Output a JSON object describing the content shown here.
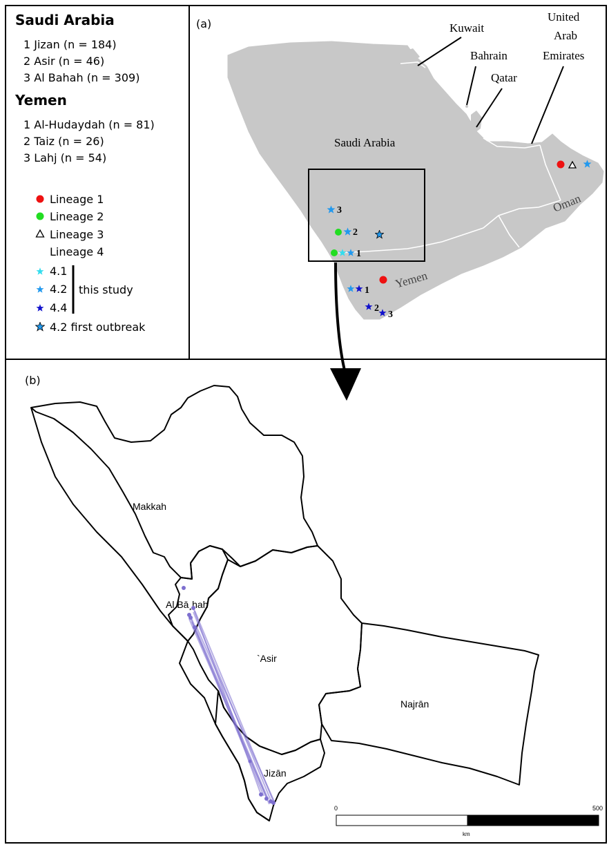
{
  "legend": {
    "saudi_title": "Saudi Arabia",
    "saudi_sites": [
      "1 Jizan (n = 184)",
      "2 Asir (n = 46)",
      "3 Al Bahah (n = 309)"
    ],
    "yemen_title": "Yemen",
    "yemen_sites": [
      "1 Al-Hudaydah (n = 81)",
      "2 Taiz (n = 26)",
      "3 Lahj (n = 54)"
    ],
    "lineage1": "Lineage 1",
    "lineage2": "Lineage 2",
    "lineage3": "Lineage 3",
    "lineage4": "Lineage 4",
    "sub41": "4.1",
    "sub42": "4.2",
    "sub44": "4.4",
    "this_study": "this study",
    "first_outbreak": "4.2 first outbreak"
  },
  "map_a": {
    "panel_label": "(a)",
    "countries": {
      "kuwait": "Kuwait",
      "bahrain": "Bahrain",
      "qatar": "Qatar",
      "uae": [
        "United",
        "Arab",
        "Emirates"
      ],
      "saudi": "Saudi Arabia",
      "oman": "Oman",
      "yemen": "Yemen"
    },
    "site_numbers": {
      "sa3": "3",
      "sa2": "2",
      "sa1": "1",
      "ye1": "1",
      "ye2": "2",
      "ye3": "3"
    }
  },
  "map_b": {
    "panel_label": "(b)",
    "regions": {
      "makkah": "Makkah",
      "albahah": "Al Bā¸hah",
      "asir": "`Asir",
      "najran": "Najrān",
      "jizan": "Jizān"
    },
    "scale": {
      "start": "0",
      "end": "500",
      "unit": "km"
    }
  },
  "colors": {
    "lineage1": "#ee1111",
    "lineage2": "#22dd22",
    "lineage41": "#33ddee",
    "lineage42": "#2299ee",
    "lineage44": "#1111cc",
    "land": "#c8c8c8",
    "links": "#7d6fcf"
  }
}
